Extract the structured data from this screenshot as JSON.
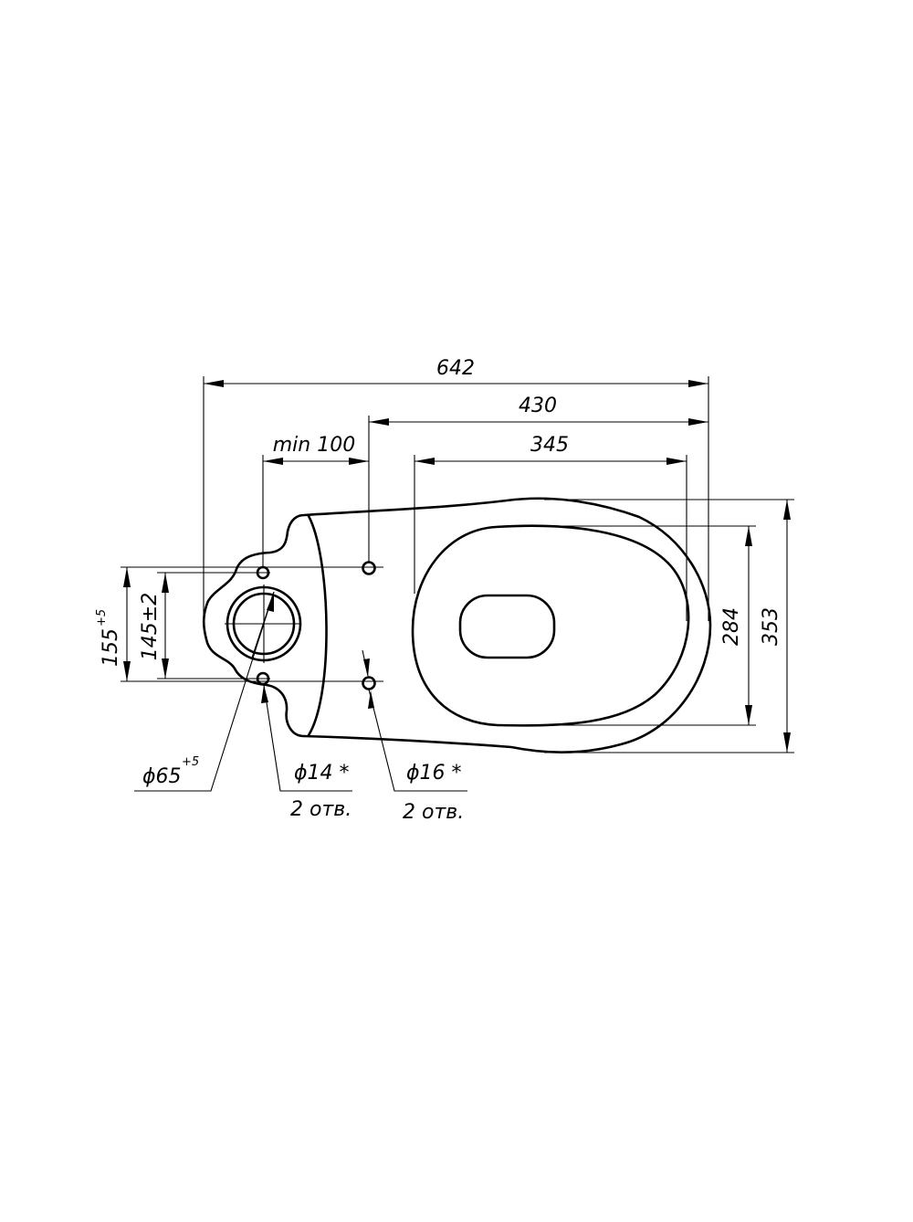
{
  "drawing": {
    "dimensions": {
      "overall_length": "642",
      "mount_to_front": "430",
      "bowl_length": "345",
      "min_distance": "min 100",
      "outer_width": "353",
      "inner_width": "284",
      "bolt_spacing": "145±2",
      "outlet_spacing_value": "155",
      "outlet_spacing_tolerance": "+5"
    },
    "callouts": {
      "outlet_diameter_value": "ϕ65",
      "outlet_diameter_tolerance": "+5",
      "small_hole": "ϕ14 *",
      "small_hole_count": "2 отв.",
      "large_hole": "ϕ16 *",
      "large_hole_count": "2 отв."
    }
  }
}
